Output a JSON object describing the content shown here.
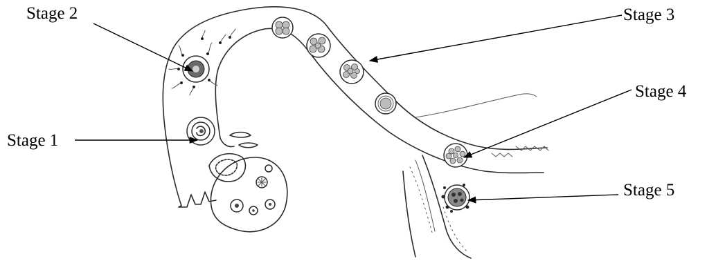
{
  "labels": {
    "stage1": "Stage 1",
    "stage2": "Stage 2",
    "stage3": "Stage 3",
    "stage4": "Stage 4",
    "stage5": "Stage 5"
  },
  "colors": {
    "ink": "#2a2a2a",
    "text": "#000000",
    "background": "#ffffff"
  }
}
